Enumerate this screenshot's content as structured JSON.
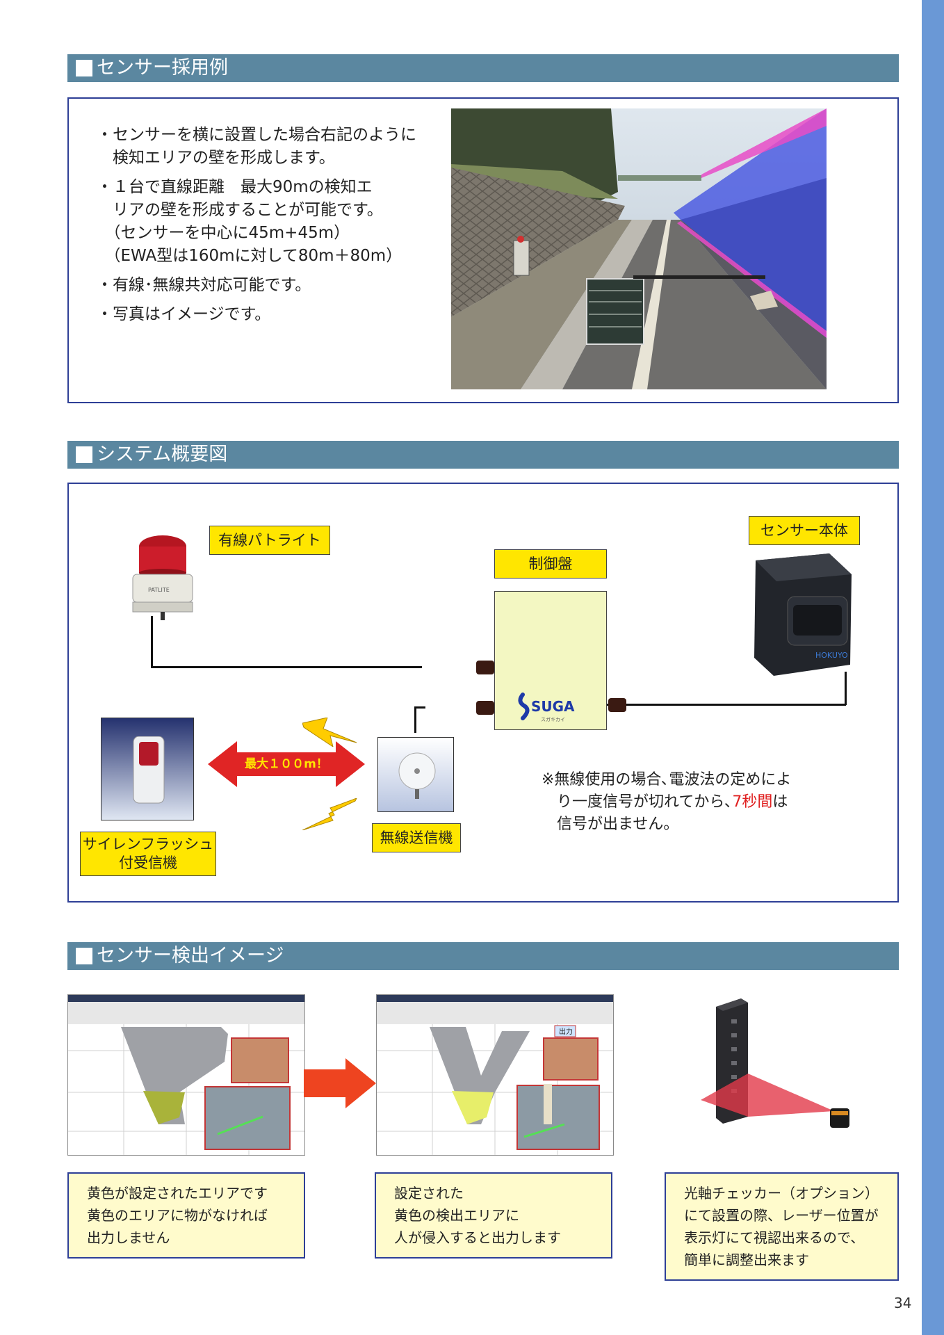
{
  "section1": {
    "header": "センサー採用例",
    "bullets": [
      "・センサーを横に設置した場合右記のように\n　検知エリアの壁を形成します。",
      "・１台で直線距離　最大90mの検知エ\n　リアの壁を形成することが可能です。\n　（センサーを中心に45m+45m）\n　（EWA型は160mに対して80m＋80m）",
      "・有線･無線共対応可能です。",
      "・写真はイメージです。"
    ]
  },
  "section2": {
    "header": "システム概要図",
    "labels": {
      "patlite": "有線パトライト",
      "control_panel": "制御盤",
      "sensor_body": "センサー本体",
      "siren": "サイレンフラッシュ\n付受信機",
      "transmitter": "無線送信機",
      "range": "最大１００m！"
    },
    "brand": {
      "logo": "SUGA",
      "sub": "スガキカイ"
    },
    "sensor_brand": "HOKUYO",
    "patlite_brand": "PATLITE",
    "note_line1": "※無線使用の場合､電波法の定めによ",
    "note_line2_a": "り一度信号が切れてから､",
    "note_line2_red": "7秒間",
    "note_line2_b": "は",
    "note_line3": "信号が出ません。"
  },
  "section3": {
    "header": "センサー検出イメージ",
    "output_badge": "出力",
    "captions": [
      "黄色が設定されたエリアです\n黄色のエリアに物がなければ\n出力しません",
      "設定された\n黄色の検出エリアに\n人が侵入すると出力します",
      "光軸チェッカー（オプション）\nにて設置の際、レーザー位置が\n表示灯にて視認出来るので、\n簡単に調整出来ます"
    ]
  },
  "page_number": "34",
  "colors": {
    "header_bg": "#5b87a0",
    "frame_border": "#2e3f96",
    "label_yellow": "#ffe600",
    "side_bar": "#6a98d6",
    "arrow_red": "#e02525",
    "highlight_red": "#e02020"
  }
}
